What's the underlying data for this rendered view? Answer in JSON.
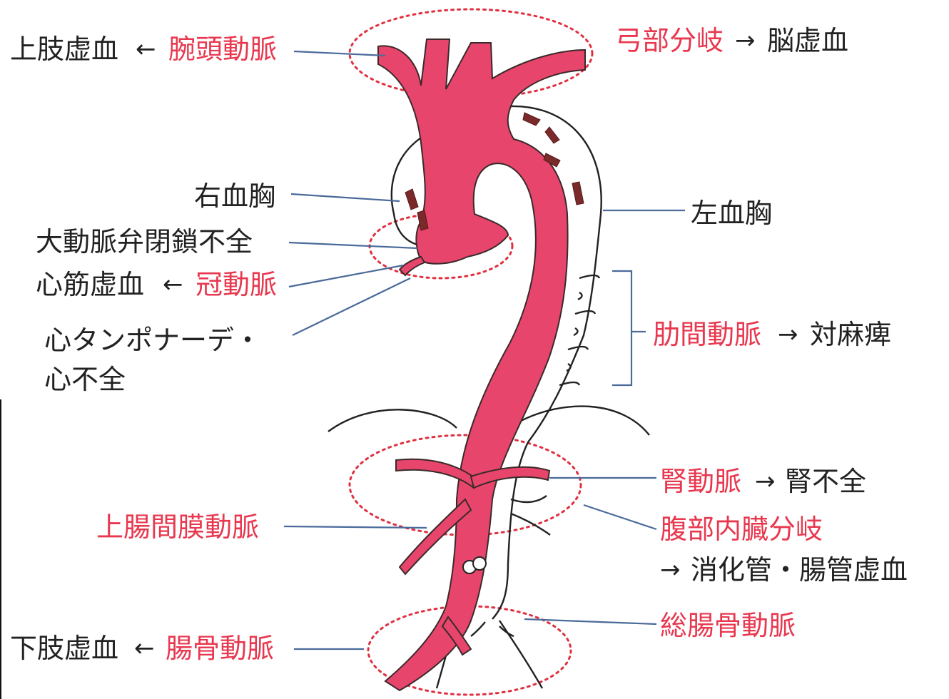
{
  "labels": {
    "brachiocephalic_effect": "上肢虚血",
    "brachiocephalic": "腕頭動脈",
    "arch_branch": "弓部分岐",
    "arch_effect": "脳虚血",
    "right_hemothorax": "右血胸",
    "aortic_regurgitation": "大動脈弁閉鎖不全",
    "coronary_effect": "心筋虚血",
    "coronary": "冠動脈",
    "tamponade_line1": "心タンポナーデ・",
    "tamponade_line2": "心不全",
    "left_hemothorax": "左血胸",
    "intercostal": "肋間動脈",
    "intercostal_effect": "対麻痺",
    "renal": "腎動脈",
    "renal_effect": "腎不全",
    "sma": "上腸間膜動脈",
    "visceral_branch": "腹部内臓分岐",
    "visceral_effect": "消化管・腸管虚血",
    "common_iliac": "総腸骨動脈",
    "iliac_effect": "下肢虚血",
    "iliac": "腸骨動脈"
  },
  "symbols": {
    "arrow_left": "←",
    "arrow_right": "→"
  },
  "colors": {
    "affected_artery_label": "#e8384f",
    "effect_label": "#222222",
    "dissected_lumen": "#e8456c",
    "leader_line": "#4a6a9a",
    "region_circle": "#e03040"
  }
}
